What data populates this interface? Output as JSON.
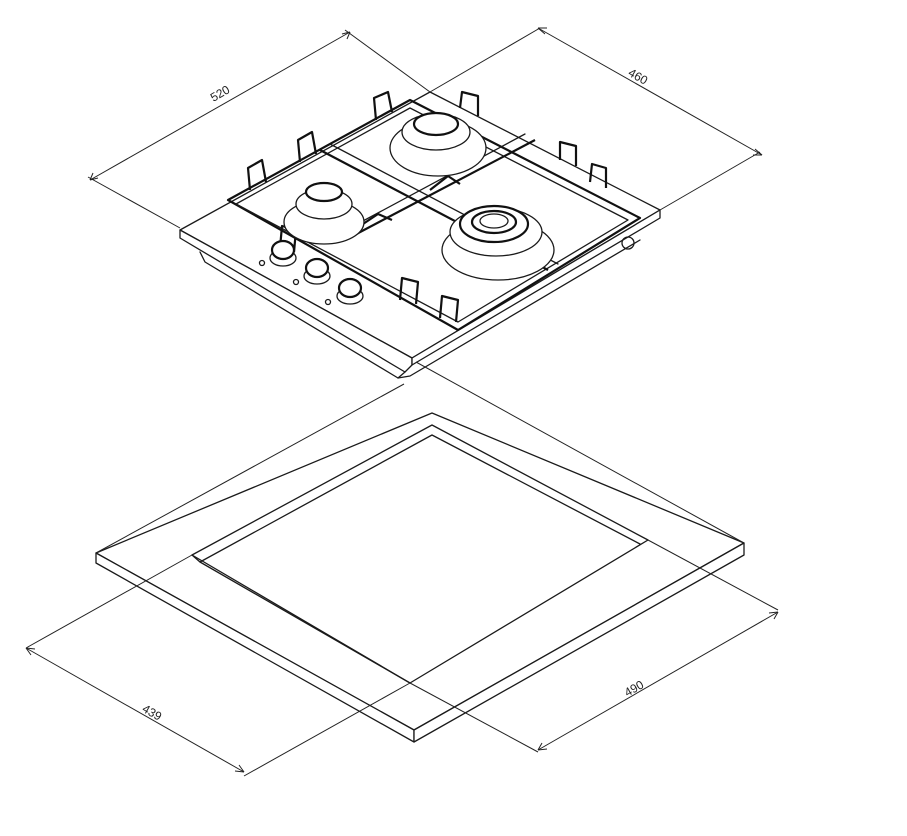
{
  "dimensions": {
    "hob_width": "520",
    "hob_depth": "460",
    "cutout_width": "439",
    "cutout_depth": "490"
  },
  "colors": {
    "line": "#1a1a1a",
    "background": "#ffffff"
  }
}
